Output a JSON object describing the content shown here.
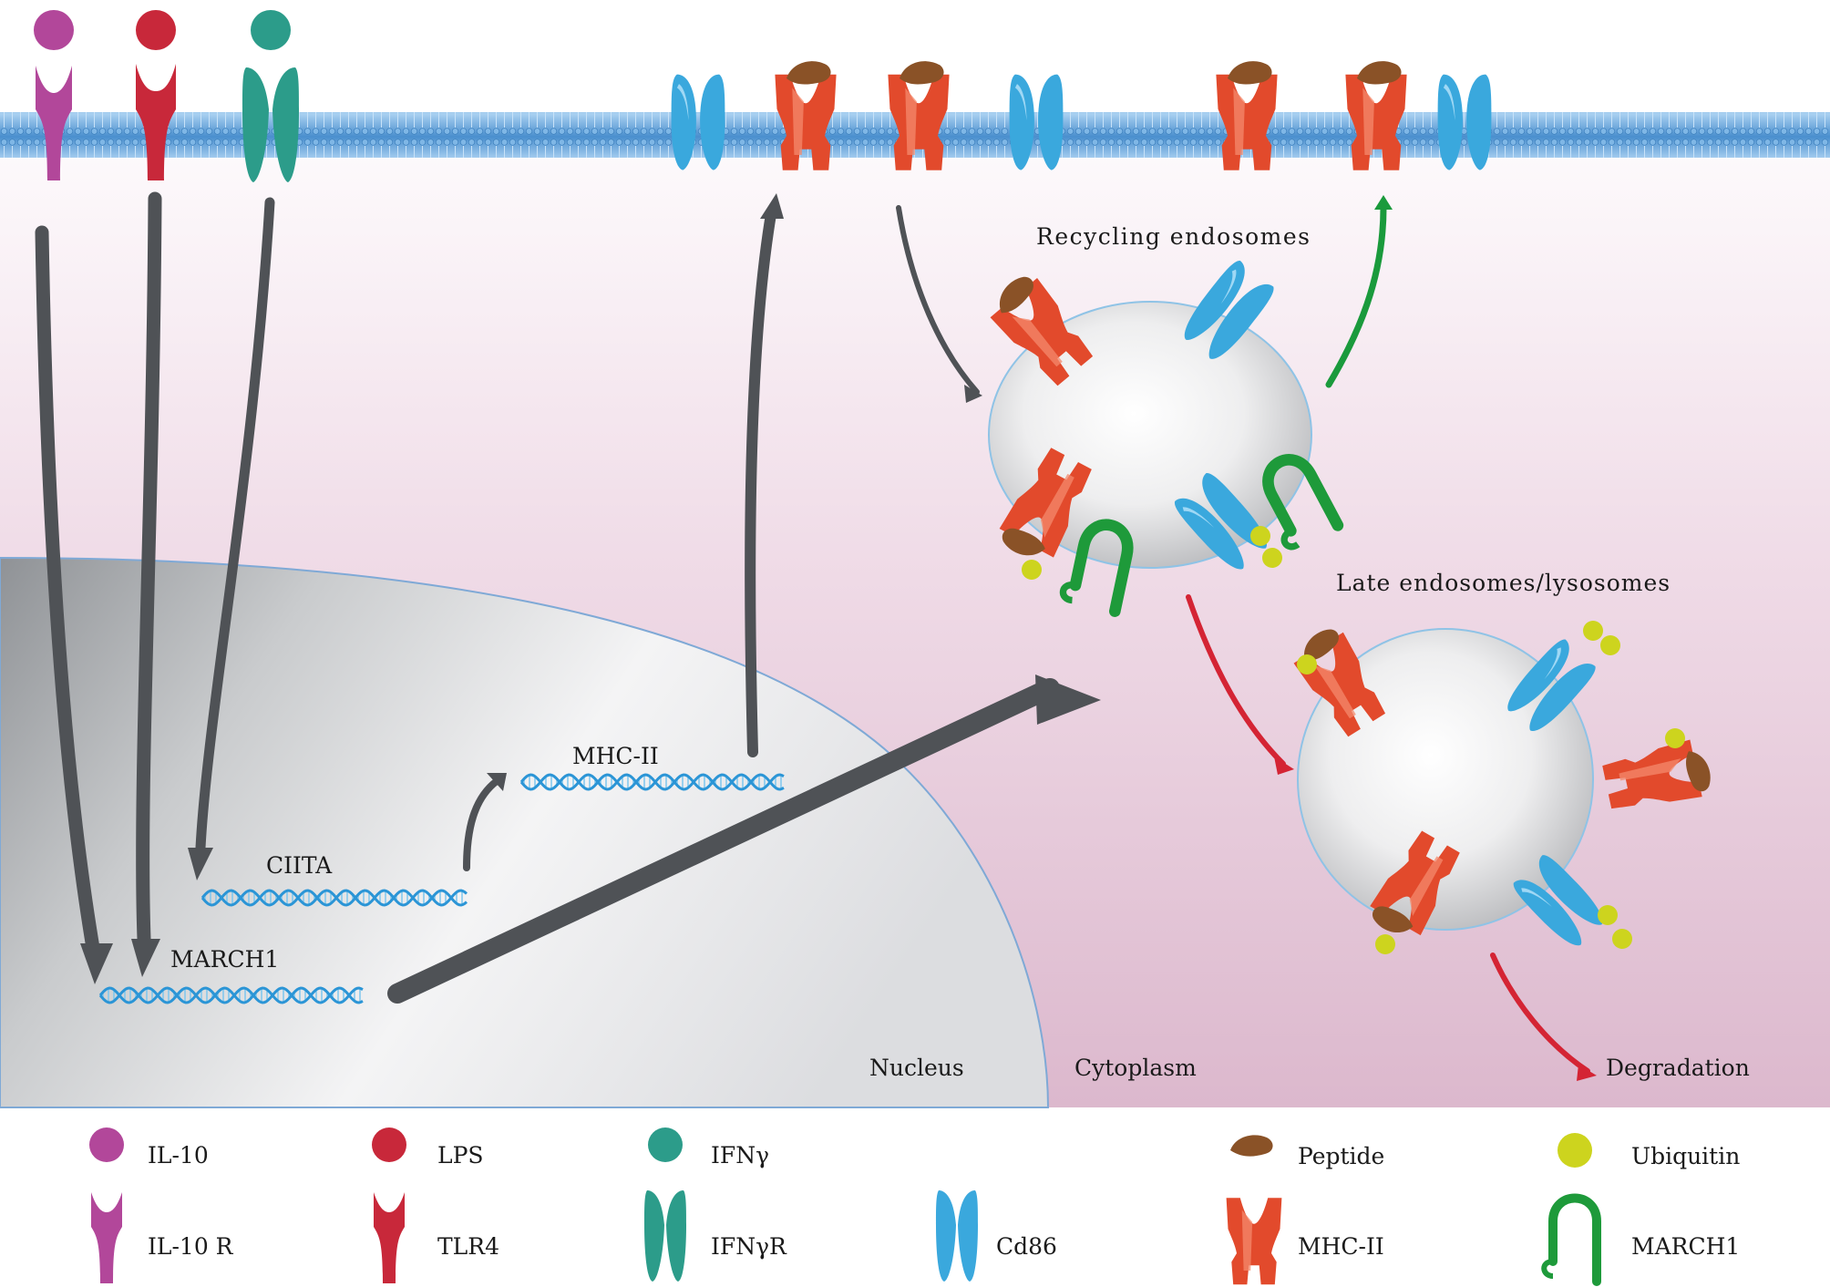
{
  "labels": {
    "recycling": "Recycling endosomes",
    "late": "Late endosomes/lysosomes",
    "mhc_gene": "MHC-II",
    "ciita_gene": "CIITA",
    "march1_gene": "MARCH1",
    "nucleus": "Nucleus",
    "cytoplasm": "Cytoplasm",
    "degradation": "Degradation"
  },
  "legend": {
    "il10": "IL-10",
    "lps": "LPS",
    "ifng": "IFNγ",
    "peptide": "Peptide",
    "ubiquitin": "Ubiquitin",
    "il10r": "IL-10 R",
    "tlr4": "TLR4",
    "ifngr": "IFNγR",
    "cd86": "Cd86",
    "mhc2": "MHC-II",
    "march1": "MARCH1"
  },
  "colors": {
    "il10": "#b2479a",
    "lps": "#c8283a",
    "ifng": "#2c9c8a",
    "cd86": "#3aa8dd",
    "mhc2": "#e24a2c",
    "peptide": "#8a5227",
    "ubiquitin": "#cdd41e",
    "march1": "#1e9a3a",
    "arrow_gray": "#4f5256",
    "arrow_green": "#1a9a3c",
    "arrow_red": "#d42434"
  }
}
